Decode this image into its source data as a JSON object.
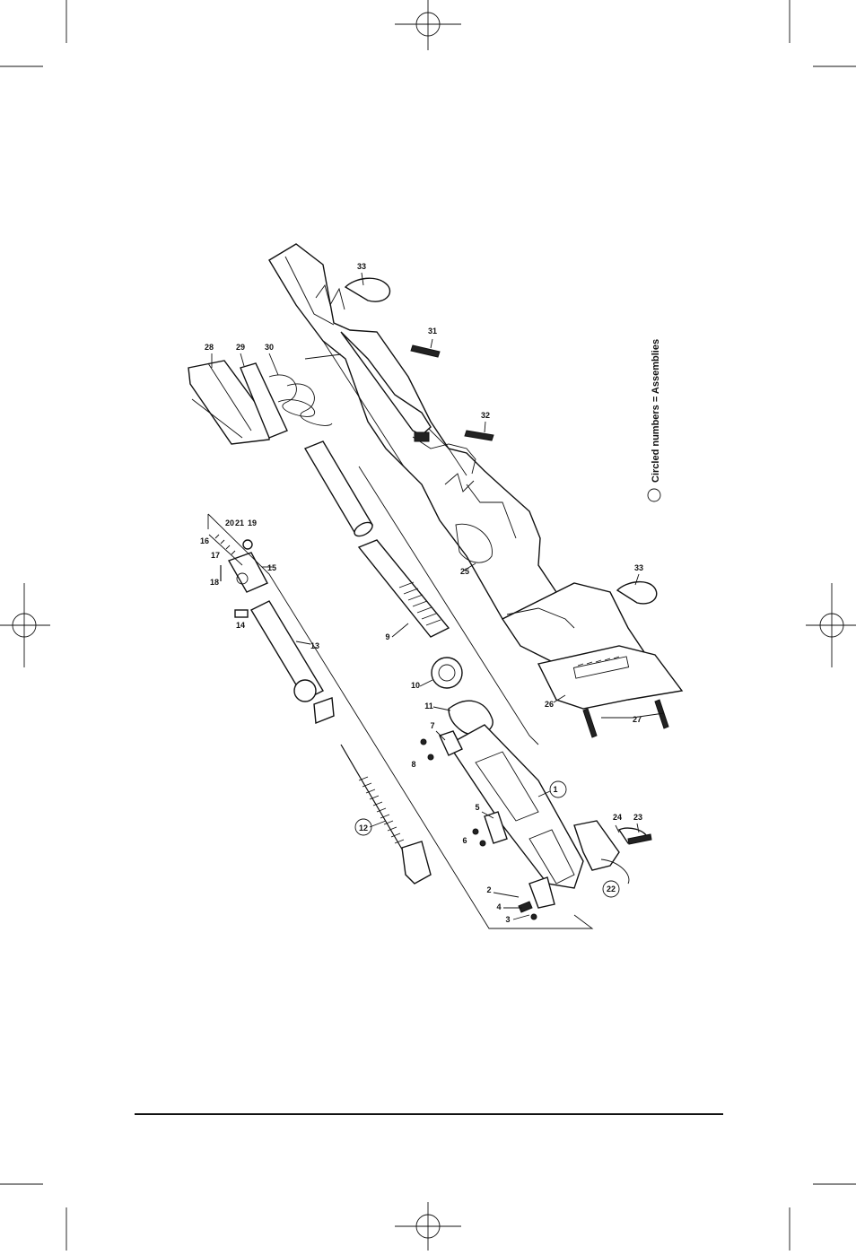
{
  "diagram": {
    "legend_text": "Circled numbers = Assemblies",
    "parts": [
      {
        "id": "p1",
        "label": "1",
        "assembly": true
      },
      {
        "id": "p2",
        "label": "2",
        "assembly": false
      },
      {
        "id": "p3",
        "label": "3",
        "assembly": false
      },
      {
        "id": "p4",
        "label": "4",
        "assembly": false
      },
      {
        "id": "p5",
        "label": "5",
        "assembly": false
      },
      {
        "id": "p6",
        "label": "6",
        "assembly": false
      },
      {
        "id": "p7",
        "label": "7",
        "assembly": false
      },
      {
        "id": "p8",
        "label": "8",
        "assembly": false
      },
      {
        "id": "p9",
        "label": "9",
        "assembly": false
      },
      {
        "id": "p10",
        "label": "10",
        "assembly": false
      },
      {
        "id": "p11",
        "label": "11",
        "assembly": false
      },
      {
        "id": "p12",
        "label": "12",
        "assembly": true
      },
      {
        "id": "p13",
        "label": "13",
        "assembly": false
      },
      {
        "id": "p14",
        "label": "14",
        "assembly": false
      },
      {
        "id": "p15",
        "label": "15",
        "assembly": false
      },
      {
        "id": "p16",
        "label": "16",
        "assembly": false
      },
      {
        "id": "p17",
        "label": "17",
        "assembly": false
      },
      {
        "id": "p18",
        "label": "18",
        "assembly": false
      },
      {
        "id": "p19",
        "label": "19",
        "assembly": false
      },
      {
        "id": "p20",
        "label": "20",
        "assembly": false
      },
      {
        "id": "p21",
        "label": "21",
        "assembly": false
      },
      {
        "id": "p22",
        "label": "22",
        "assembly": true
      },
      {
        "id": "p23",
        "label": "23",
        "assembly": false
      },
      {
        "id": "p24",
        "label": "24",
        "assembly": false
      },
      {
        "id": "p25",
        "label": "25",
        "assembly": false
      },
      {
        "id": "p26",
        "label": "26",
        "assembly": false
      },
      {
        "id": "p27",
        "label": "27",
        "assembly": false
      },
      {
        "id": "p28",
        "label": "28",
        "assembly": false
      },
      {
        "id": "p29",
        "label": "29",
        "assembly": false
      },
      {
        "id": "p30",
        "label": "30",
        "assembly": false
      },
      {
        "id": "p31",
        "label": "31",
        "assembly": false
      },
      {
        "id": "p32",
        "label": "32",
        "assembly": false
      },
      {
        "id": "p33a",
        "label": "33",
        "assembly": false
      },
      {
        "id": "p33b",
        "label": "33",
        "assembly": false
      }
    ]
  }
}
